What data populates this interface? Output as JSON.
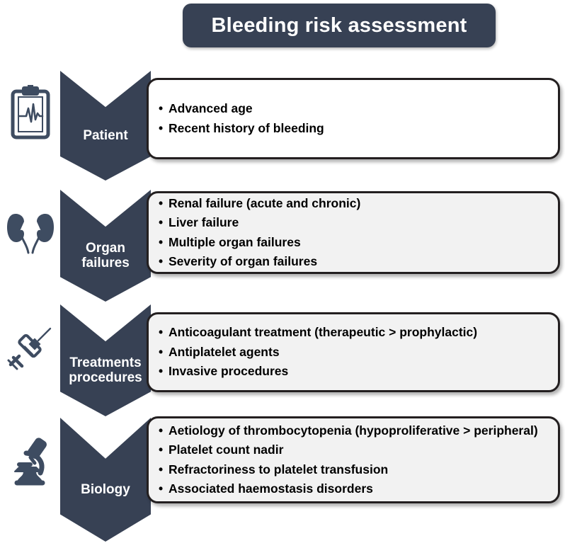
{
  "header": {
    "title": "Bleeding risk assessment",
    "background_color": "#374154",
    "text_color": "#ffffff"
  },
  "theme": {
    "accent_dark": "#374154",
    "box_border": "#231f20",
    "box_white": "#ffffff",
    "box_grey": "#f2f2f2",
    "icon_color": "#3e4c61"
  },
  "rows": [
    {
      "icon": "clipboard-ecg-icon",
      "label": "Patient",
      "box_style": "white",
      "items": [
        "Advanced age",
        "Recent history of bleeding"
      ]
    },
    {
      "icon": "kidneys-icon",
      "label": "Organ\nfailures",
      "label_line1": "Organ",
      "label_line2": "failures",
      "box_style": "grey",
      "items": [
        "Renal failure (acute and chronic)",
        "Liver failure",
        "Multiple organ failures",
        "Severity of organ failures"
      ]
    },
    {
      "icon": "syringe-icon",
      "label_line1": "Treatments",
      "label_line2": "procedures",
      "box_style": "grey",
      "items": [
        "Anticoagulant treatment (therapeutic > prophylactic)",
        "Antiplatelet agents",
        "Invasive procedures"
      ]
    },
    {
      "icon": "microscope-icon",
      "label_line1": "Biology",
      "label_line2": "",
      "box_style": "grey",
      "items": [
        "Aetiology of thrombocytopenia (hypoproliferative > peripheral)",
        "Platelet count nadir",
        "Refractoriness to platelet transfusion",
        "Associated haemostasis disorders"
      ]
    }
  ]
}
